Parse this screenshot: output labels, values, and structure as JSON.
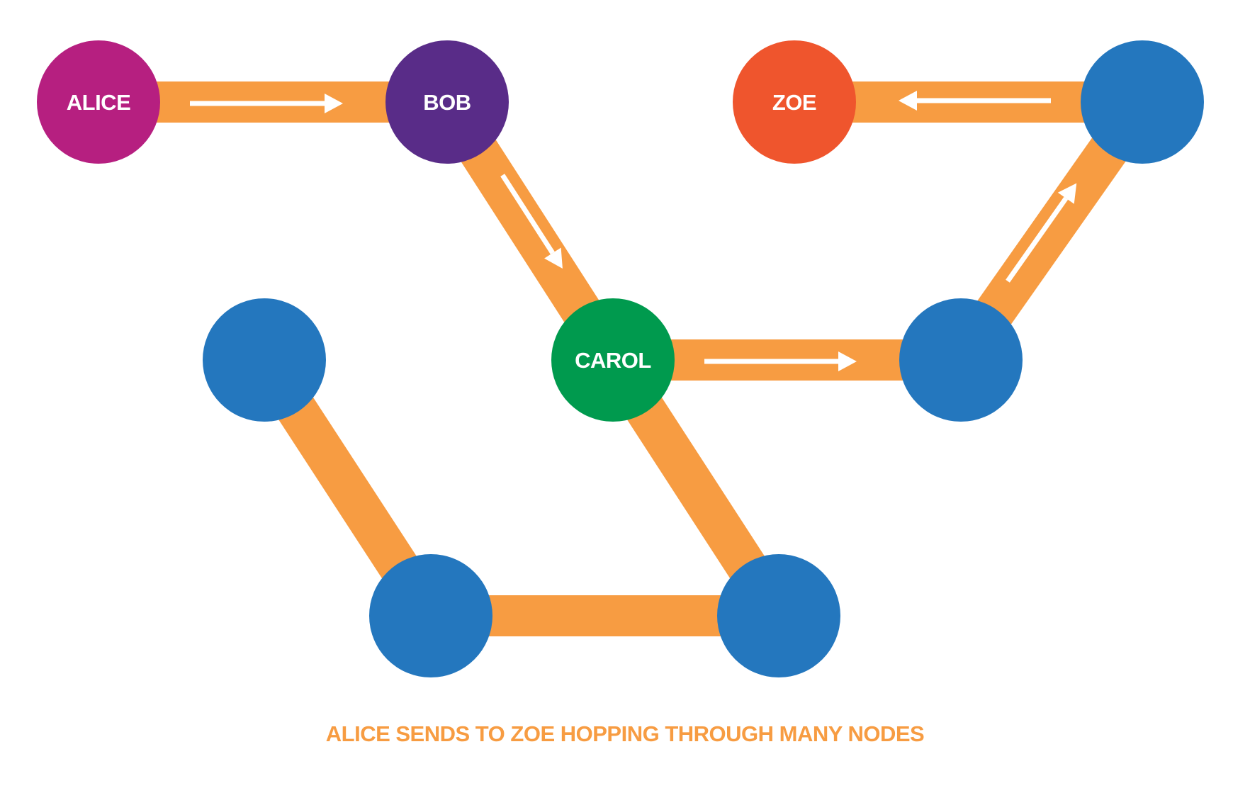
{
  "diagram": {
    "caption": "ALICE SENDS TO ZOE HOPPING THROUGH MANY NODES",
    "colors": {
      "edge": "#F79C42",
      "arrow": "#FFFFFF",
      "label": "#FFFFFF",
      "caption": "#F79C42"
    },
    "nodes": [
      {
        "id": "alice",
        "label": "ALICE",
        "color": "#B61F80"
      },
      {
        "id": "bob",
        "label": "BOB",
        "color": "#592C88"
      },
      {
        "id": "zoe",
        "label": "ZOE",
        "color": "#EF552D"
      },
      {
        "id": "hop-top-right",
        "label": "",
        "color": "#2477BE"
      },
      {
        "id": "carol",
        "label": "CAROL",
        "color": "#009A4E"
      },
      {
        "id": "hop-mid-right",
        "label": "",
        "color": "#2477BE"
      },
      {
        "id": "hop-mid-left",
        "label": "",
        "color": "#2477BE"
      },
      {
        "id": "hop-bottom-left",
        "label": "",
        "color": "#2477BE"
      },
      {
        "id": "hop-bottom-right",
        "label": "",
        "color": "#2477BE"
      }
    ],
    "edges": [
      {
        "from": "alice",
        "to": "bob",
        "directed": true
      },
      {
        "from": "bob",
        "to": "carol",
        "directed": true
      },
      {
        "from": "carol",
        "to": "hop-mid-right",
        "directed": true
      },
      {
        "from": "hop-mid-right",
        "to": "hop-top-right",
        "directed": true
      },
      {
        "from": "hop-top-right",
        "to": "zoe",
        "directed": true
      },
      {
        "from": "hop-mid-left",
        "to": "hop-bottom-left",
        "directed": false
      },
      {
        "from": "hop-bottom-left",
        "to": "hop-bottom-right",
        "directed": false
      },
      {
        "from": "carol",
        "to": "hop-bottom-right",
        "directed": false
      }
    ]
  }
}
